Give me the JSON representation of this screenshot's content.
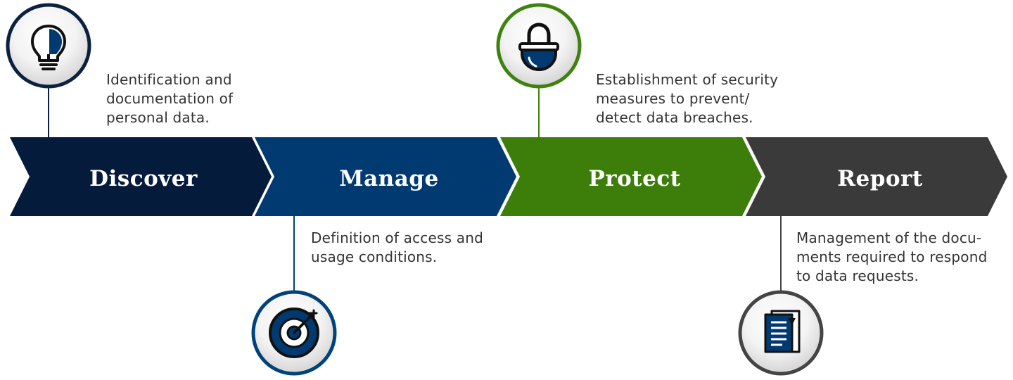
{
  "steps": [
    {
      "label": "Discover",
      "description": "Identification and\ndocumentation of\npersonal data.",
      "icon": "lightbulb-icon",
      "color": "#041b3b",
      "ring_color": "#0a2240"
    },
    {
      "label": "Manage",
      "description": "Definition of access and\nusage conditions.",
      "icon": "target-icon",
      "color": "#003a70",
      "ring_color": "#00427a"
    },
    {
      "label": "Protect",
      "description": "Establishment of security\nmeasures to prevent/\ndetect data breaches.",
      "icon": "padlock-icon",
      "color": "#3c7e09",
      "ring_color": "#3f8210"
    },
    {
      "label": "Report",
      "description": "Management of the docu-\nments required to respond\nto data requests.",
      "icon": "documents-icon",
      "color": "#3a3a3a",
      "ring_color": "#444444"
    }
  ]
}
